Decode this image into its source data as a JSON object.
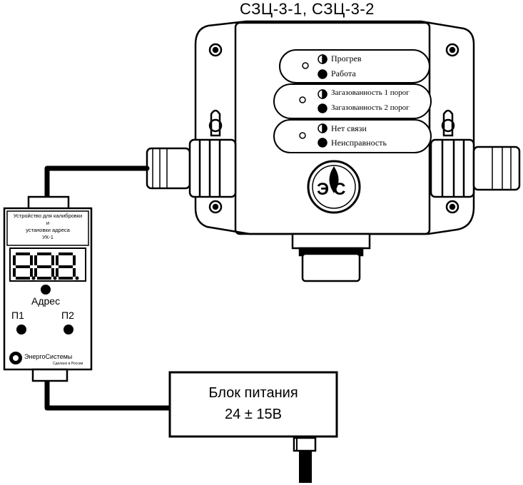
{
  "detector": {
    "title": "СЗЦ-3-1, СЗЦ-3-2",
    "groups": [
      {
        "top": "Прогрев",
        "bottom": "Работа"
      },
      {
        "top": "Загазованность 1 порог",
        "bottom": "Загазованность 2 порог"
      },
      {
        "top": "Нет связи",
        "bottom": "Неисправность"
      }
    ],
    "logo_text": "ЭС"
  },
  "calibrator": {
    "title_line1": "Устройство для калибровки",
    "title_line2": "и",
    "title_line3": "установки адреса",
    "title_line4": "УК-1",
    "display": "8.8.8",
    "address_label": "Адрес",
    "p1_label": "П1",
    "p2_label": "П2",
    "brand": "ЭнергоСистемы",
    "brand_sub": "Сделано в России"
  },
  "power_supply": {
    "line1": "Блок питания",
    "line2": "24 ± 15В"
  }
}
